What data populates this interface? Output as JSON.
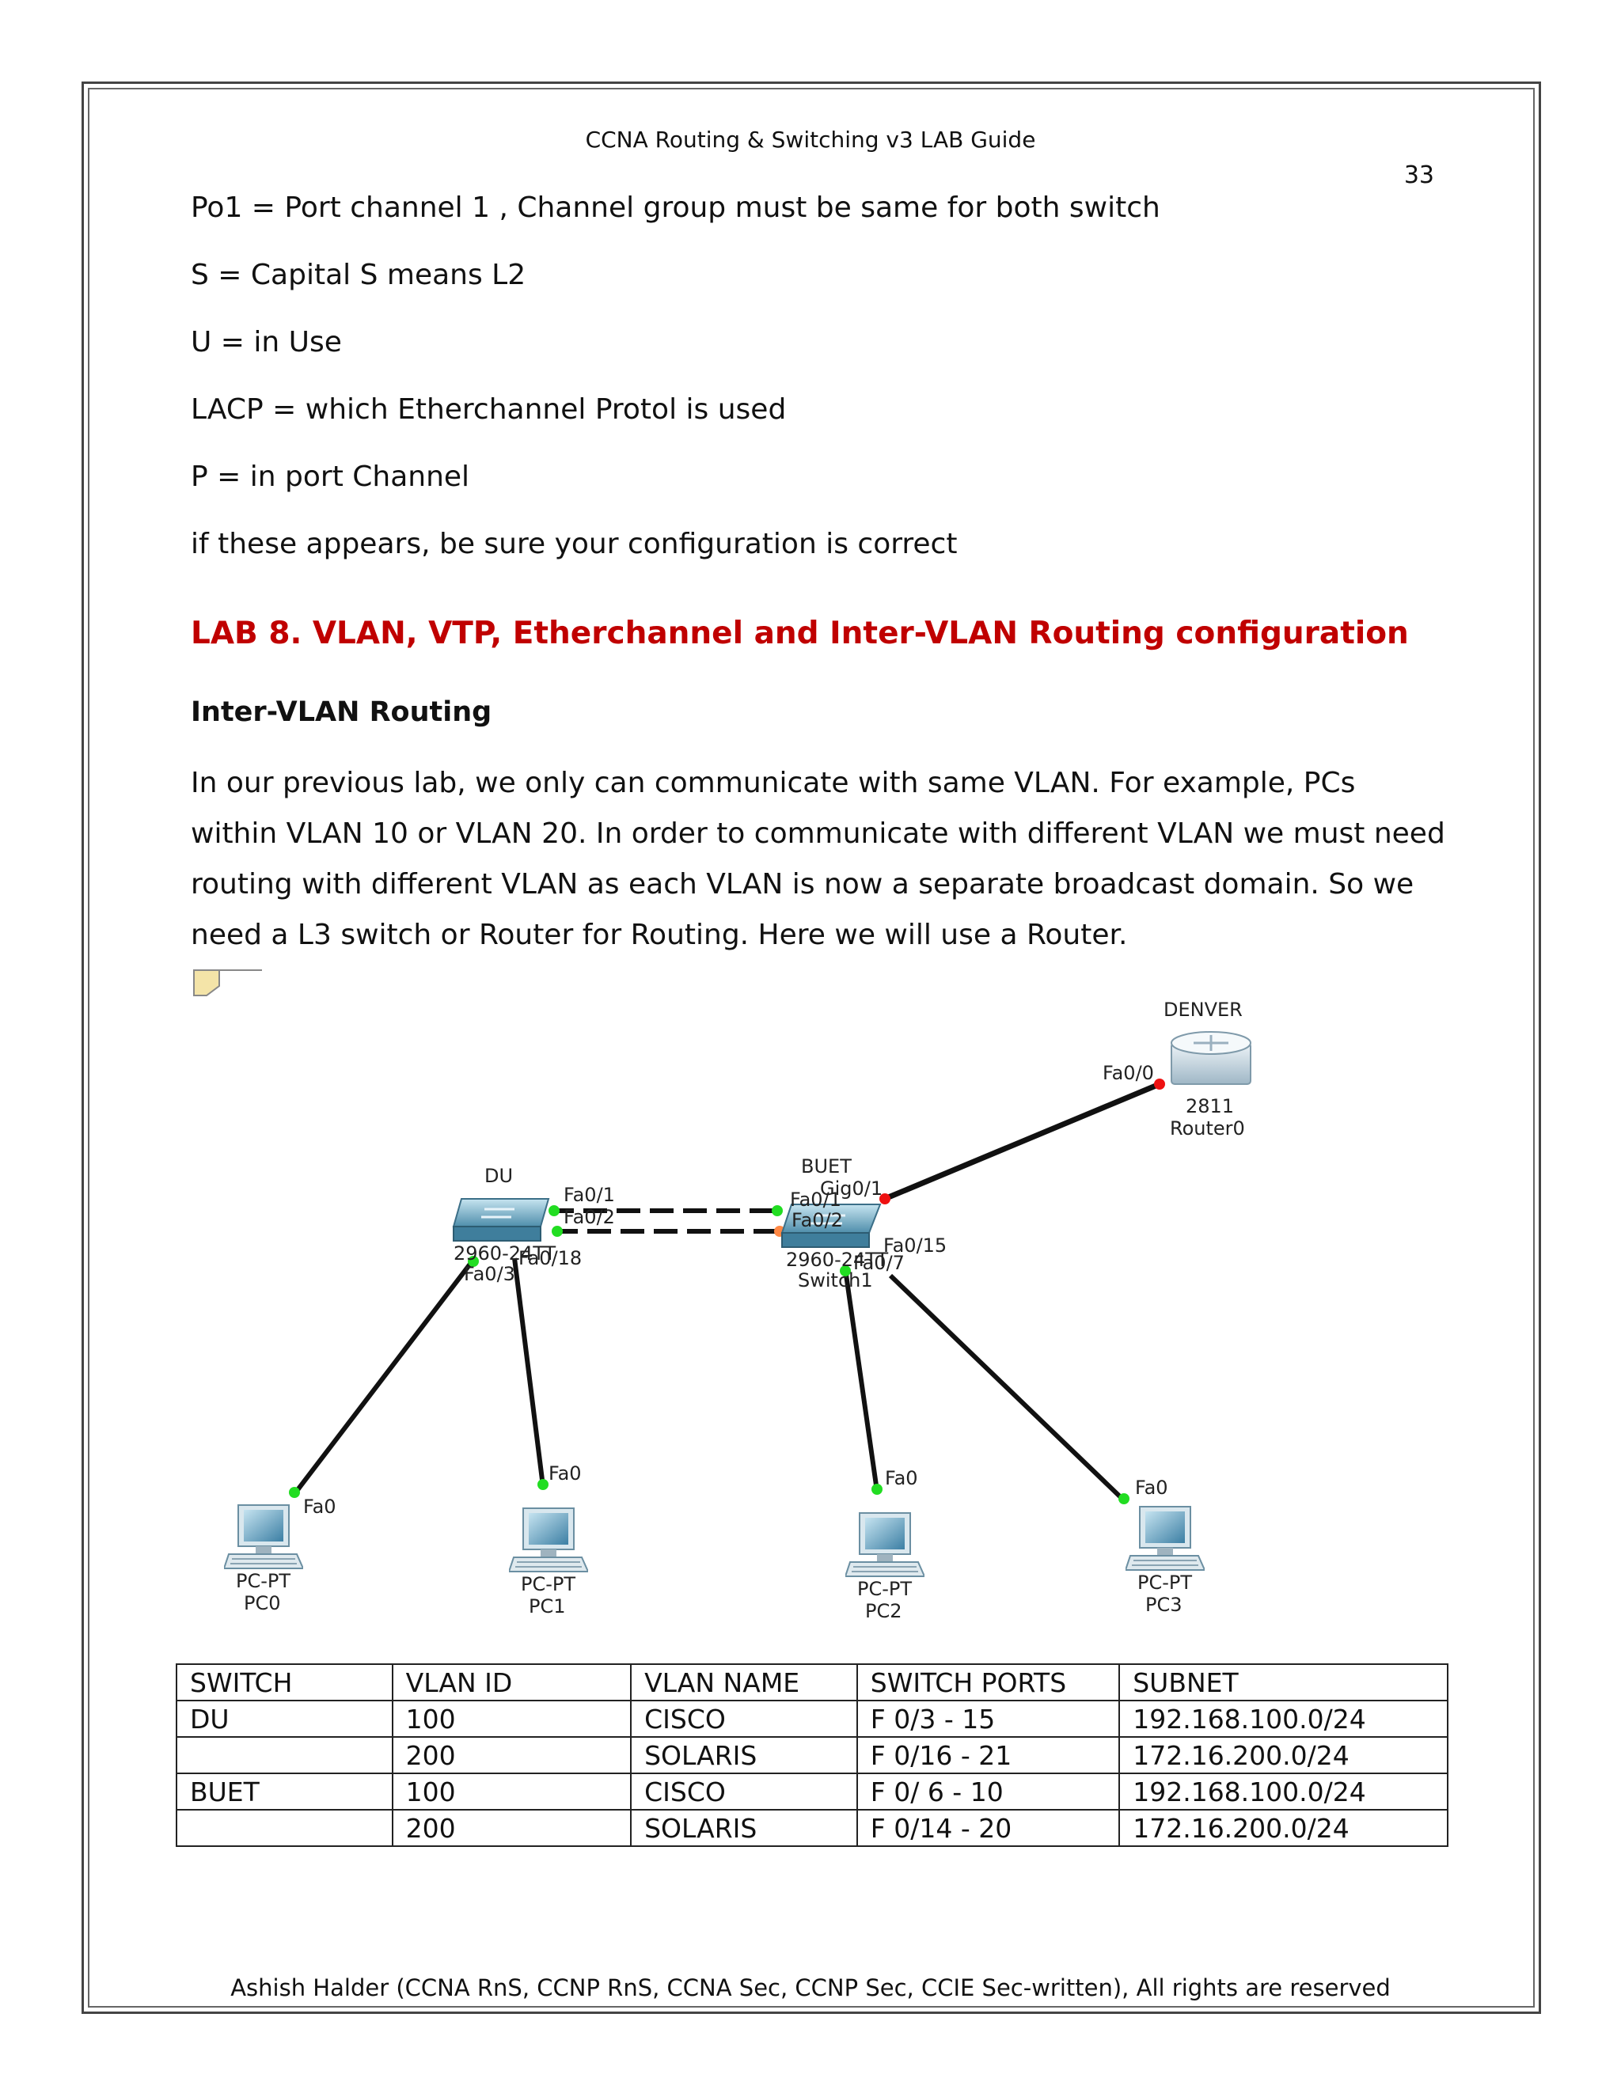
{
  "header": {
    "title": "CCNA Routing & Switching v3 LAB Guide",
    "page_number": "33"
  },
  "legend_lines": [
    "Po1 = Port channel 1 , Channel group must be same for both switch",
    "S = Capital S means L2",
    "U = in Use",
    "LACP = which Etherchannel Protol is used",
    "P = in port Channel",
    "if these appears, be sure your configuration is correct"
  ],
  "lab": {
    "title": "LAB 8. VLAN, VTP, Etherchannel  and Inter-VLAN Routing configuration",
    "subheading": "Inter-VLAN Routing",
    "paragraph": "In our previous lab, we only can communicate with same VLAN. For example, PCs within VLAN 10 or VLAN 20. In order to communicate with different VLAN we must need routing with different VLAN as each VLAN is now a separate broadcast domain. So we need a L3 switch or Router for Routing. Here we will use a Router."
  },
  "diagram": {
    "router": {
      "name": "DENVER",
      "model": "2811",
      "label": "Router0",
      "port": "Fa0/0"
    },
    "switch_du": {
      "name": "DU",
      "model": "2960-24TT",
      "ports": [
        "Fa0/1",
        "Fa0/2",
        "Fa0/3",
        "Fa0/18"
      ]
    },
    "switch_buet": {
      "name": "BUET",
      "model": "2960-24TT",
      "label": "Switch1",
      "ports": [
        "Fa0/1",
        "Gig0/1",
        "Fa0/2",
        "Fa0/15",
        "Fa0/7"
      ]
    },
    "pcs": [
      {
        "type": "PC-PT",
        "name": "PC0",
        "port": "Fa0"
      },
      {
        "type": "PC-PT",
        "name": "PC1",
        "port": "Fa0"
      },
      {
        "type": "PC-PT",
        "name": "PC2",
        "port": "Fa0"
      },
      {
        "type": "PC-PT",
        "name": "PC3",
        "port": "Fa0"
      }
    ]
  },
  "table": {
    "headers": [
      "SWITCH",
      "VLAN ID",
      "VLAN NAME",
      "SWITCH PORTS",
      "SUBNET"
    ],
    "rows": [
      [
        "DU",
        "100",
        "CISCO",
        "F 0/3 - 15",
        "192.168.100.0/24"
      ],
      [
        "",
        "200",
        "SOLARIS",
        "F 0/16 - 21",
        "172.16.200.0/24"
      ],
      [
        "BUET",
        "100",
        "CISCO",
        "F 0/ 6 - 10",
        "192.168.100.0/24"
      ],
      [
        "",
        "200",
        "SOLARIS",
        "F 0/14 - 20",
        "172.16.200.0/24"
      ]
    ]
  },
  "footer": "Ashish Halder (CCNA RnS, CCNP RnS, CCNA Sec, CCNP Sec, CCIE Sec-written), All rights are reserved",
  "colors": {
    "lab_title": "#c00000",
    "link_up": "#22dd22",
    "link_down": "#ee1111",
    "link_blocking": "#ff8844"
  }
}
